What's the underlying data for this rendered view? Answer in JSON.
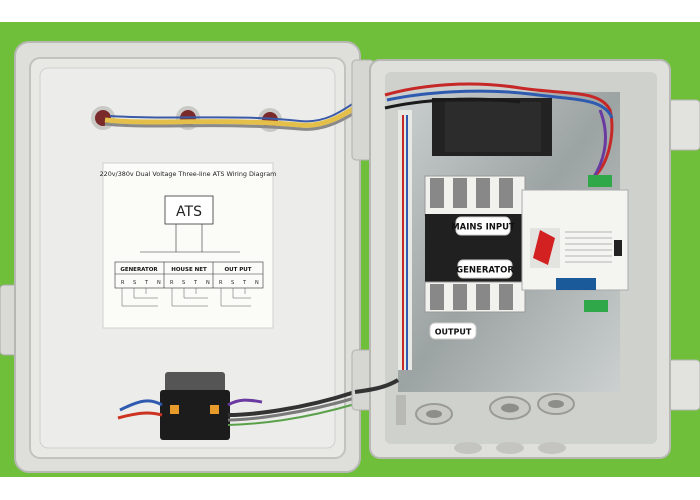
{
  "diagram": {
    "title": "220v/380v Dual Voltage Three-line ATS Wiring Diagram",
    "ats_label": "ATS",
    "sections": [
      "GENERATOR",
      "HOUSE NET",
      "OUT PUT"
    ],
    "terminals": [
      "R",
      "S",
      "T",
      "N",
      "R",
      "S",
      "T",
      "N",
      "R",
      "S",
      "T",
      "N"
    ]
  },
  "switch_labels": {
    "mains_input": "MAINS INPUT",
    "generator": "GENERATOR",
    "output": "OUTPUT"
  },
  "colors": {
    "background_green": "#6fbf3a",
    "enclosure": "#dedfdb",
    "mount_plate": "#a9b0b0"
  }
}
